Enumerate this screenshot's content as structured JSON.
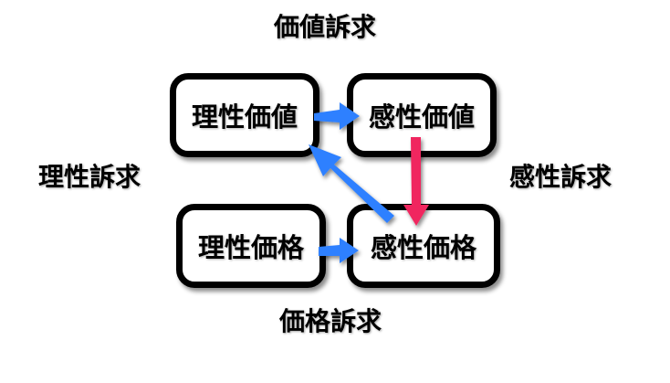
{
  "axes": {
    "top": "価値訴求",
    "bottom": "価格訴求",
    "left": "理性訴求",
    "right": "感性訴求"
  },
  "quadrants": {
    "top_left": "理性価値",
    "top_right": "感性価値",
    "bottom_left": "理性価格",
    "bottom_right": "感性価格"
  },
  "arrows": [
    {
      "from": "理性価値",
      "to": "感性価値",
      "color": "#2f80ff"
    },
    {
      "from": "理性価格",
      "to": "感性価格",
      "color": "#2f80ff"
    },
    {
      "from": "感性価格",
      "to": "理性価値",
      "color": "#2f80ff"
    },
    {
      "from": "感性価値",
      "to": "感性価格",
      "color": "#f0285f"
    }
  ],
  "colors": {
    "blue_arrow": "#2f80ff",
    "pink_arrow": "#f0285f",
    "line": "#000000"
  }
}
